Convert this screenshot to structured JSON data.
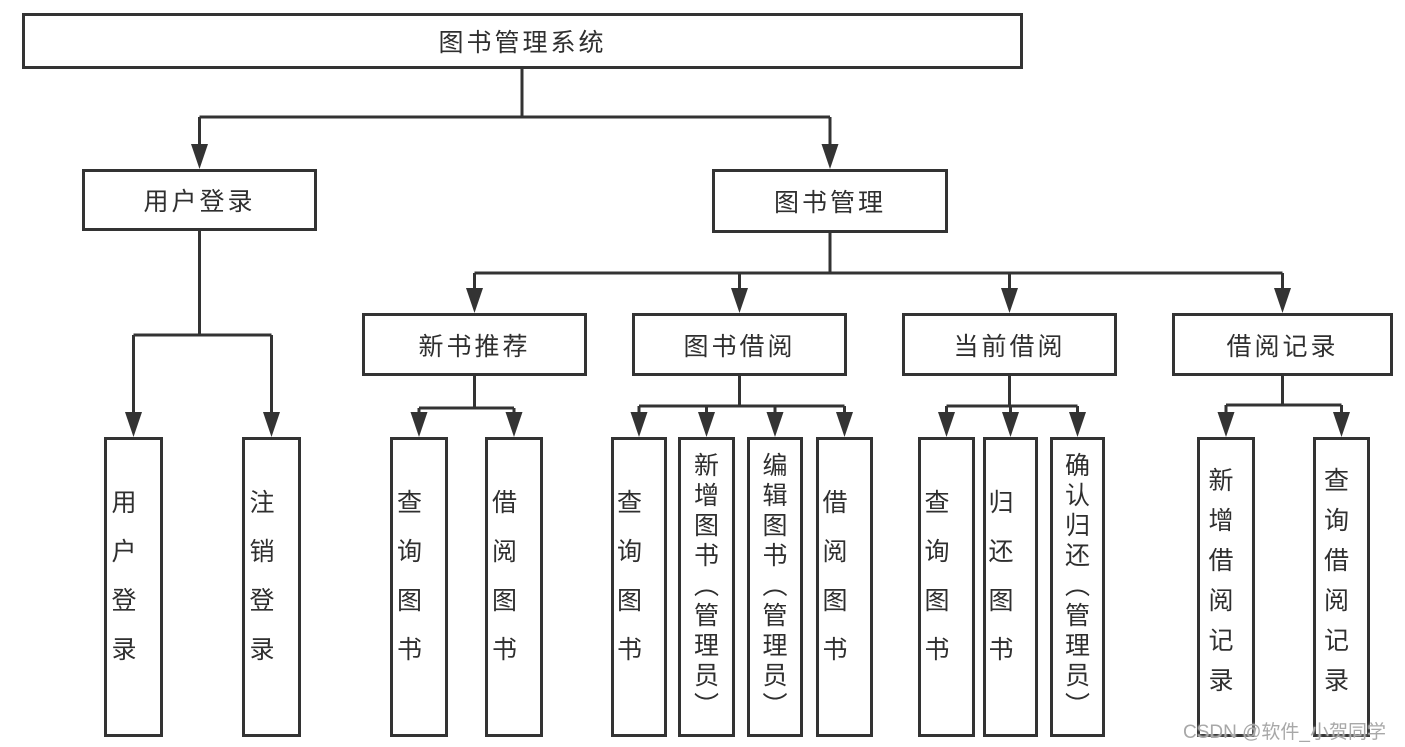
{
  "diagram": {
    "root": {
      "label": "图书管理系统"
    },
    "branches": [
      {
        "label": "用户登录",
        "children": [
          {
            "label": "用户登录"
          },
          {
            "label": "注销登录"
          }
        ]
      },
      {
        "label": "图书管理",
        "children": [
          {
            "label": "新书推荐",
            "children": [
              {
                "label": "查询图书"
              },
              {
                "label": "借阅图书"
              }
            ]
          },
          {
            "label": "图书借阅",
            "children": [
              {
                "label": "查询图书"
              },
              {
                "label": "新增图书（管理员）"
              },
              {
                "label": "编辑图书（管理员）"
              },
              {
                "label": "借阅图书"
              }
            ]
          },
          {
            "label": "当前借阅",
            "children": [
              {
                "label": "查询图书"
              },
              {
                "label": "归还图书"
              },
              {
                "label": "确认归还（管理员）"
              }
            ]
          },
          {
            "label": "借阅记录",
            "children": [
              {
                "label": "新增借阅记录"
              },
              {
                "label": "查询借阅记录"
              }
            ]
          }
        ]
      }
    ]
  },
  "watermark": {
    "text": "CSDN @软件_小贺同学"
  },
  "colors": {
    "line": "#333333",
    "text": "#2f2f2f",
    "background": "#ffffff",
    "watermark": "#a8a8a8"
  }
}
